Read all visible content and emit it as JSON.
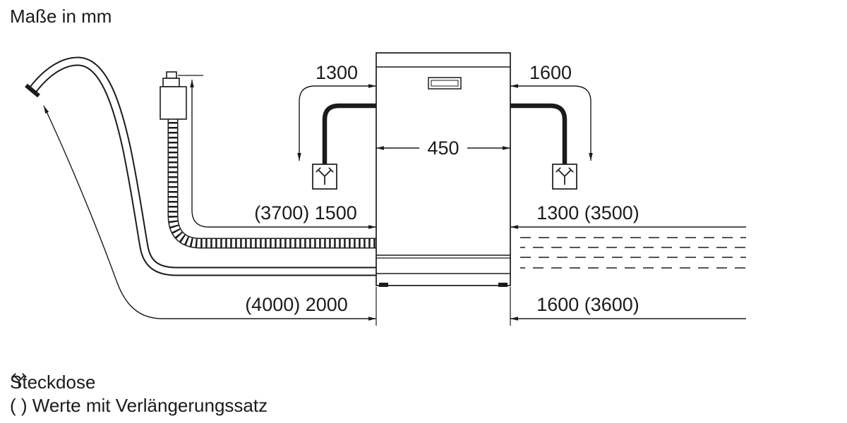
{
  "title": "Maße in mm",
  "dimensions": {
    "cord_left": "1300",
    "cord_right": "1600",
    "appliance_width": "450",
    "supply_hose": "(3700) 1500",
    "right_middle": "1300 (3500)",
    "drain_hose": "(4000) 2000",
    "right_bottom": "1600 (3600)"
  },
  "legend": {
    "socket_label": "Steckdose",
    "extension_note": "( ) Werte mit Verlängerungssatz"
  },
  "icons": {
    "socket": "power-socket-icon"
  },
  "colors": {
    "ink": "#1b1b1b",
    "background": "#ffffff"
  }
}
